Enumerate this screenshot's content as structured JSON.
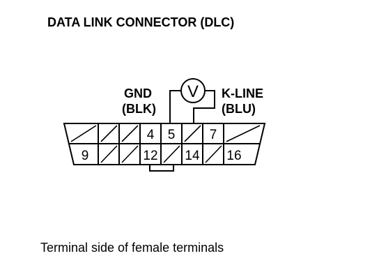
{
  "title": "DATA LINK CONNECTOR (DLC)",
  "left_wire": {
    "name": "GND",
    "color": "(BLK)"
  },
  "right_wire": {
    "name": "K-LINE",
    "color": "(BLU)"
  },
  "meter_symbol": "V",
  "pins": {
    "top_row": [
      "4",
      "5",
      "7"
    ],
    "bottom_row": [
      "9",
      "12",
      "14",
      "16"
    ]
  },
  "caption": "Terminal side of female terminals",
  "colors": {
    "ink": "#000000",
    "background": "#ffffff"
  }
}
